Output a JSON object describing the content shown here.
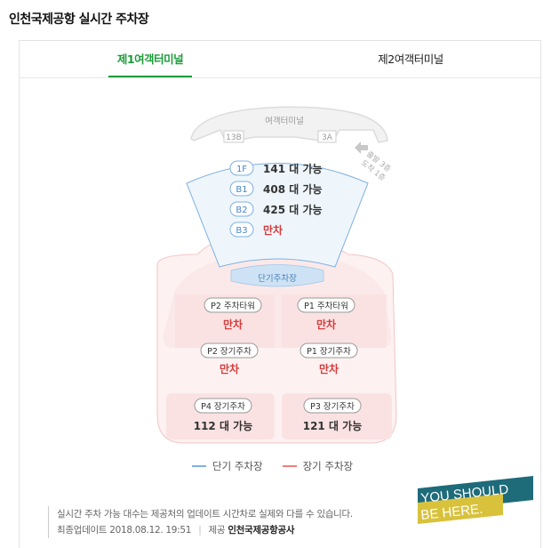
{
  "page": {
    "title": "인천국제공항 실시간 주차장"
  },
  "tabs": [
    {
      "label": "제1여객터미널",
      "active": true
    },
    {
      "label": "제2여객터미널",
      "active": false
    }
  ],
  "terminal": {
    "label": "여객터미널",
    "gate_left": "13B",
    "gate_right": "3A",
    "arrow_line1": "출발 3층",
    "arrow_line2": "도착 1층"
  },
  "short_term_garage": {
    "levels": [
      {
        "floor": "1F",
        "status": "141 대 가능",
        "full": false
      },
      {
        "floor": "B1",
        "status": "408 대 가능",
        "full": false
      },
      {
        "floor": "B2",
        "status": "425 대 가능",
        "full": false
      },
      {
        "floor": "B3",
        "status": "만차",
        "full": true
      }
    ],
    "lot_label": "단기주차장"
  },
  "long_term": {
    "p2_tower": {
      "name": "P2 주차타워",
      "status": "만차"
    },
    "p1_tower": {
      "name": "P1 주차타워",
      "status": "만차"
    },
    "p2_long": {
      "name": "P2 장기주차",
      "status": "만차"
    },
    "p1_long": {
      "name": "P1 장기주차",
      "status": "만차"
    },
    "p4_long": {
      "name": "P4 장기주차",
      "status": "112 대 가능"
    },
    "p3_long": {
      "name": "P3 장기주차",
      "status": "121 대 가능"
    }
  },
  "legend": {
    "short": "단기 주차장",
    "long": "장기 주차장",
    "short_color": "#7fb0e0",
    "long_color": "#ef7d7d"
  },
  "notice": {
    "line1": "실시간 주차 가능 대수는 제공처의 업데이트 시간차로 실제와 다를 수 있습니다.",
    "updated_label": "최종업데이트",
    "updated_value": "2018.08.12. 19:51",
    "provider_label": "제공",
    "provider_value": "인천국제공항공사"
  },
  "stamp": {
    "line1": "YOU SHOULD",
    "line2": "BE HERE."
  },
  "colors": {
    "accent": "#1c9c39",
    "full": "#d63b3b",
    "available": "#333333"
  }
}
